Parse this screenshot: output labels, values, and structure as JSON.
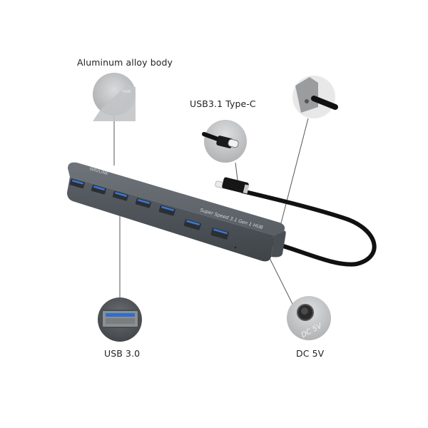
{
  "callouts": {
    "aluminum": {
      "label": "Aluminum alloy body"
    },
    "typec": {
      "label": "USB3.1 Type-C"
    },
    "usb3": {
      "label": "USB 3.0"
    },
    "dc": {
      "label": "DC 5V",
      "badge_text": "DC 5V"
    }
  },
  "hub": {
    "print_text": "Super Speed 3.1 Gen 1 HUB",
    "port_count": 7,
    "body_color": "#5d6369",
    "port_accent_color": "#3a78d6"
  },
  "colors": {
    "leader_line": "#555555",
    "cable": "#111111",
    "circle_bg": "#b9bbbd"
  }
}
